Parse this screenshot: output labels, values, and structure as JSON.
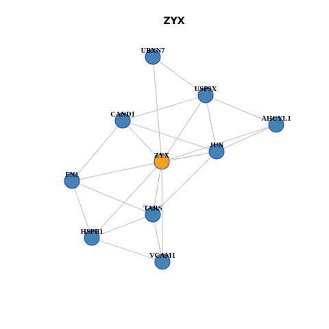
{
  "title": "ZYX",
  "colors": {
    "center_node": "#F5A21B",
    "node": "#4682B4",
    "node_border": "#1F3FBF",
    "edge": "#B3B3B3"
  },
  "nodes": [
    {
      "id": "ZYX",
      "label": "ZYX",
      "center": true
    },
    {
      "id": "UBXN7",
      "label": "UBXN7"
    },
    {
      "id": "USP9X",
      "label": "USP9X"
    },
    {
      "id": "CAND1",
      "label": "CAND1"
    },
    {
      "id": "AHCYL1",
      "label": "AHCYL1"
    },
    {
      "id": "JUN",
      "label": "JUN"
    },
    {
      "id": "FN1",
      "label": "FN1"
    },
    {
      "id": "TARS",
      "label": "TARS"
    },
    {
      "id": "HSPB1",
      "label": "HSPB1"
    },
    {
      "id": "VCAM1",
      "label": "VCAM1"
    }
  ],
  "edges": [
    [
      "UBXN7",
      "USP9X"
    ],
    [
      "UBXN7",
      "ZYX"
    ],
    [
      "USP9X",
      "CAND1"
    ],
    [
      "USP9X",
      "AHCYL1"
    ],
    [
      "USP9X",
      "JUN"
    ],
    [
      "USP9X",
      "ZYX"
    ],
    [
      "CAND1",
      "JUN"
    ],
    [
      "CAND1",
      "ZYX"
    ],
    [
      "CAND1",
      "FN1"
    ],
    [
      "AHCYL1",
      "JUN"
    ],
    [
      "AHCYL1",
      "ZYX"
    ],
    [
      "JUN",
      "ZYX"
    ],
    [
      "JUN",
      "TARS"
    ],
    [
      "ZYX",
      "FN1"
    ],
    [
      "ZYX",
      "TARS"
    ],
    [
      "ZYX",
      "HSPB1"
    ],
    [
      "ZYX",
      "VCAM1"
    ],
    [
      "FN1",
      "TARS"
    ],
    [
      "FN1",
      "HSPB1"
    ],
    [
      "TARS",
      "HSPB1"
    ],
    [
      "TARS",
      "VCAM1"
    ],
    [
      "HSPB1",
      "VCAM1"
    ]
  ]
}
